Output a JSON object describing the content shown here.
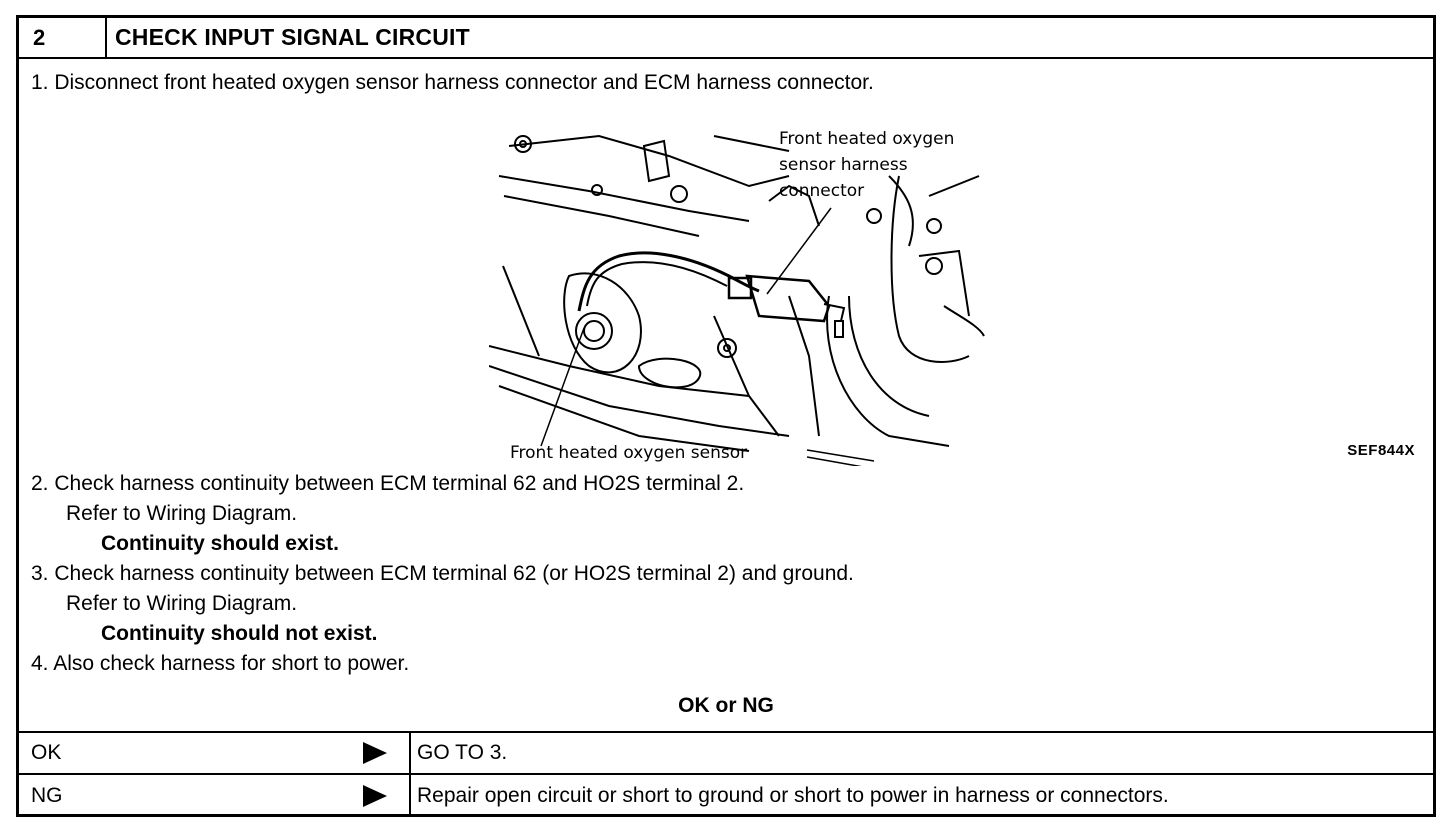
{
  "header": {
    "number": "2",
    "title": "CHECK INPUT SIGNAL CIRCUIT"
  },
  "steps": [
    {
      "text": "1.  Disconnect front heated oxygen sensor harness connector and ECM harness connector."
    },
    {
      "text": "2.  Check harness continuity between ECM terminal 62 and HO2S terminal 2.",
      "refer": "Refer to Wiring Diagram.",
      "expect": "Continuity should exist."
    },
    {
      "text": "3.  Check harness continuity between ECM terminal 62 (or HO2S terminal 2) and ground.",
      "refer": "Refer to Wiring Diagram.",
      "expect": "Continuity should not exist."
    },
    {
      "text": "4.  Also check harness for short to power."
    }
  ],
  "figure": {
    "callout_top": [
      "Front heated oxygen",
      "sensor harness",
      "connector"
    ],
    "callout_bottom": "Front heated oxygen sensor",
    "code": "SEF844X"
  },
  "result": {
    "heading": "OK or NG",
    "rows": [
      {
        "label": "OK",
        "action": "GO TO 3."
      },
      {
        "label": "NG",
        "action": "Repair open circuit or short to ground or short to power in harness or connectors."
      }
    ]
  }
}
